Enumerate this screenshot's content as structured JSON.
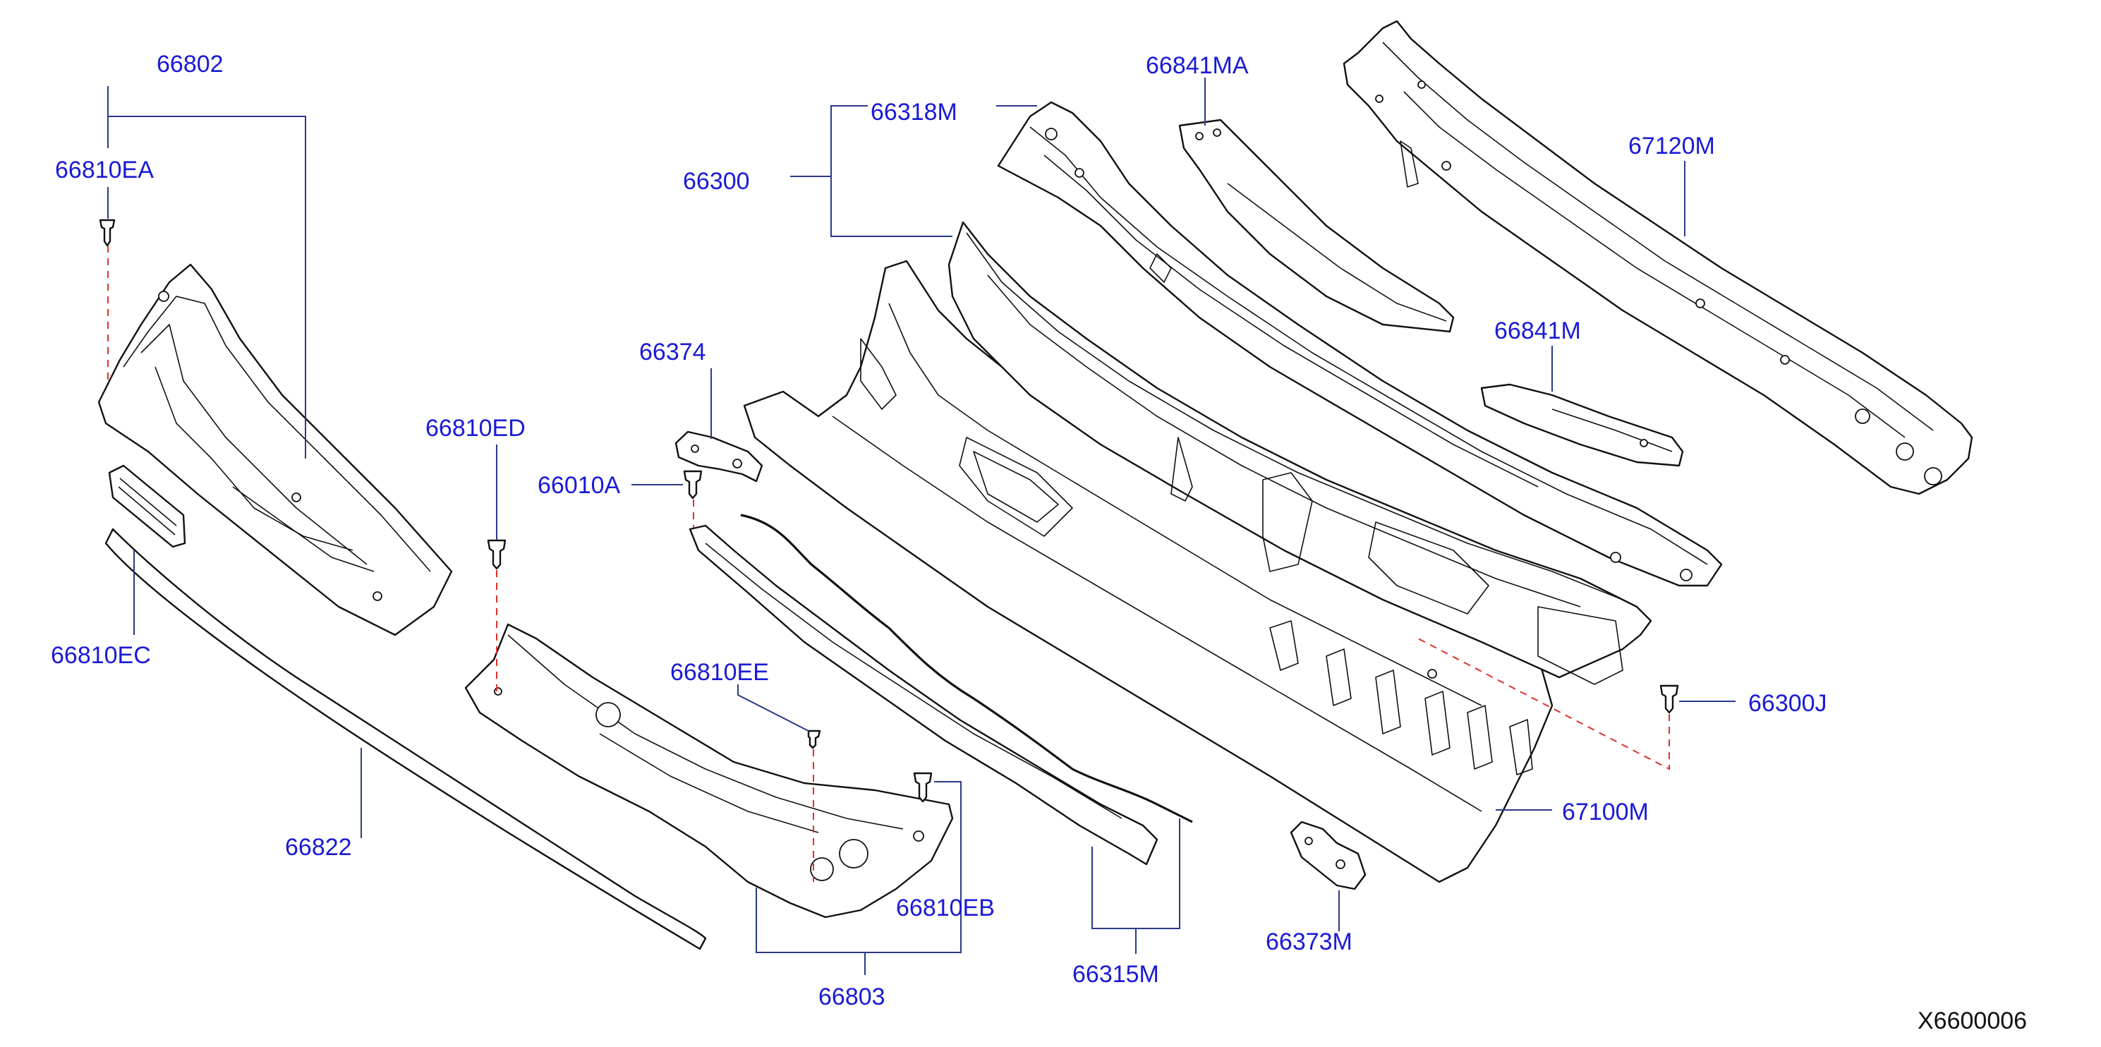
{
  "labels": {
    "p66802": "66802",
    "p66810EA": "66810EA",
    "p66810EC": "66810EC",
    "p66822": "66822",
    "p66810ED": "66810ED",
    "p66803": "66803",
    "p66810EB": "66810EB",
    "p66810EE": "66810EE",
    "p66374": "66374",
    "p66010A": "66010A",
    "p66315M": "66315M",
    "p66300": "66300",
    "p66318M": "66318M",
    "p66841MA": "66841MA",
    "p66841M": "66841M",
    "p67120M": "67120M",
    "p67100M": "67100M",
    "p66300J": "66300J",
    "p66373M": "66373M"
  },
  "diagram_ref": "X6600006",
  "colors": {
    "label": "#1a1ad6",
    "leader": "#2a3a8a",
    "dashed_alignment": "#e0302a",
    "outline": "#111111"
  }
}
